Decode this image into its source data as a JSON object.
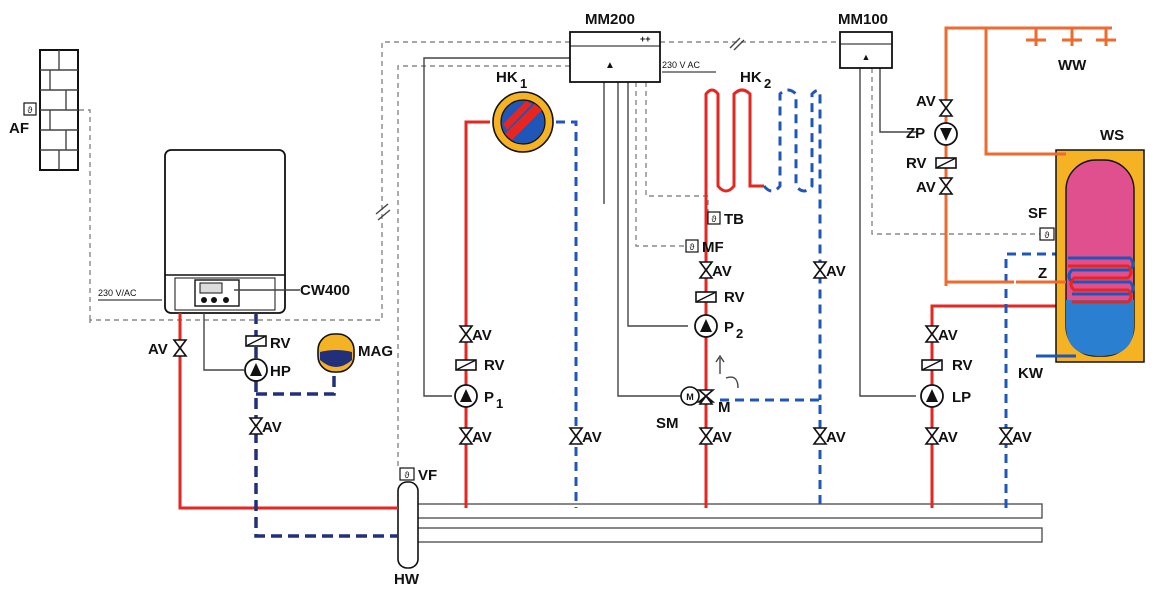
{
  "labels": {
    "mm200": "MM200",
    "mm100": "MM100",
    "hk1": "HK",
    "hk1_sub": "1",
    "hk2": "HK",
    "hk2_sub": "2",
    "ww": "WW",
    "ws": "WS",
    "af": "AF",
    "cw400": "CW400",
    "mag": "MAG",
    "hp": "HP",
    "rv": "RV",
    "av": "AV",
    "zp": "ZP",
    "sf": "SF",
    "z": "Z",
    "kw": "KW",
    "lp": "LP",
    "p1": "P",
    "p1_sub": "1",
    "p2": "P",
    "p2_sub": "2",
    "tb": "TB",
    "mf": "MF",
    "sm": "SM",
    "m": "M",
    "vf": "VF",
    "hw": "HW",
    "v230_boiler": "230 V/AC",
    "v230_mm200": "230 V AC"
  },
  "colors": {
    "flow": "#e8251f",
    "return": "#1f56b8",
    "boiler_return": "#22307c",
    "dhw": "#ef6a2c",
    "tank_jacket": "#f5b324",
    "tank_hot": "#e0508f",
    "tank_cold": "#2b7fd0"
  }
}
